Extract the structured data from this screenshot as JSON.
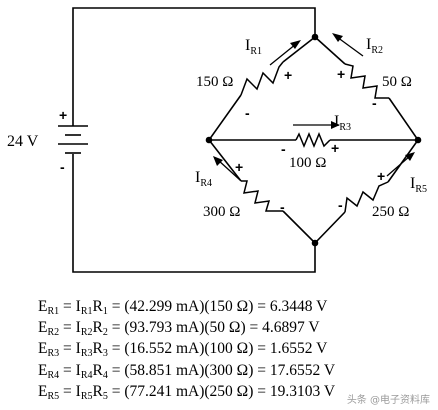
{
  "diagram": {
    "source": {
      "label": "24 V",
      "pos": "+",
      "neg": "-"
    },
    "resistors": [
      {
        "id": "R1",
        "current": "I",
        "current_sub": "R1",
        "value": "150 Ω",
        "plus": "+",
        "minus": "-"
      },
      {
        "id": "R2",
        "current": "I",
        "current_sub": "R2",
        "value": "50 Ω",
        "plus": "+",
        "minus": "-"
      },
      {
        "id": "R3",
        "current": "I",
        "current_sub": "R3",
        "value": "100 Ω",
        "plus": "+",
        "minus": "-"
      },
      {
        "id": "R4",
        "current": "I",
        "current_sub": "R4",
        "value": "300 Ω",
        "plus": "+",
        "minus": "-"
      },
      {
        "id": "R5",
        "current": "I",
        "current_sub": "R5",
        "value": "250 Ω",
        "plus": "+",
        "minus": "-"
      }
    ]
  },
  "equations": [
    {
      "sub": "R1",
      "rhs": " = (42.299 mA)(150 Ω) = 6.3448 V"
    },
    {
      "sub": "R2",
      "rhs": " = (93.793 mA)(50 Ω) = 4.6897 V"
    },
    {
      "sub": "R3",
      "rhs": " = (16.552 mA)(100 Ω) = 1.6552 V"
    },
    {
      "sub": "R4",
      "rhs": " = (58.851 mA)(300 Ω) = 17.6552 V"
    },
    {
      "sub": "R5",
      "rhs": " = (77.241 mA)(250 Ω) = 19.3103 V"
    }
  ],
  "symbols": {
    "E": "E",
    "I": "I",
    "R": "R"
  },
  "watermark": "头条 @电子资料库"
}
